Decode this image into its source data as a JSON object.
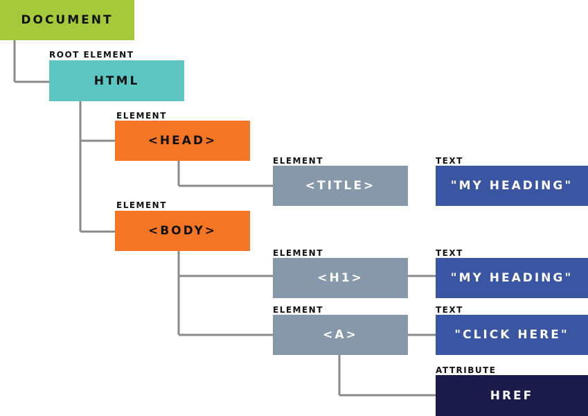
{
  "colors": {
    "document": "#a6c93b",
    "html": "#5ec6c2",
    "element_orange": "#f47523",
    "element_gray": "#8698aa",
    "text_blue": "#3a56a3",
    "attribute": "#1b1b4b",
    "dark_text": "#111111",
    "light_text": "#ffffff",
    "connector": "#8a8a8a"
  },
  "nodes": {
    "document": {
      "text": "DOCUMENT"
    },
    "html": {
      "label": "ROOT ELEMENT",
      "text": "HTML"
    },
    "head": {
      "label": "ELEMENT",
      "text": "<HEAD>"
    },
    "title": {
      "label": "ELEMENT",
      "text": "<TITLE>"
    },
    "title_text": {
      "label": "TEXT",
      "text": "\"MY HEADING\""
    },
    "body": {
      "label": "ELEMENT",
      "text": "<BODY>"
    },
    "h1": {
      "label": "ELEMENT",
      "text": "<H1>"
    },
    "h1_text": {
      "label": "TEXT",
      "text": "\"MY HEADING\""
    },
    "a": {
      "label": "ELEMENT",
      "text": "<A>"
    },
    "a_text": {
      "label": "TEXT",
      "text": "\"CLICK HERE\""
    },
    "href": {
      "label": "ATTRIBUTE",
      "text": "HREF"
    }
  }
}
